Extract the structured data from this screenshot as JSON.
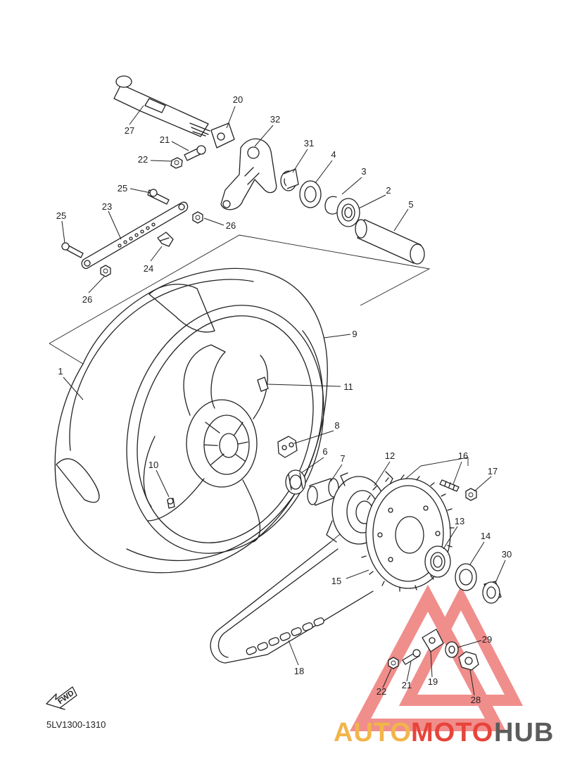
{
  "diagram": {
    "catalog_code": "5LV1300-1310",
    "fwd_label": "FWD",
    "callouts": [
      {
        "id": "c27",
        "label": "27"
      },
      {
        "id": "c20",
        "label": "20"
      },
      {
        "id": "c32",
        "label": "32"
      },
      {
        "id": "c21a",
        "label": "21"
      },
      {
        "id": "c22a",
        "label": "22"
      },
      {
        "id": "c31",
        "label": "31"
      },
      {
        "id": "c4",
        "label": "4"
      },
      {
        "id": "c3",
        "label": "3"
      },
      {
        "id": "c2",
        "label": "2"
      },
      {
        "id": "c5",
        "label": "5"
      },
      {
        "id": "c25a",
        "label": "25"
      },
      {
        "id": "c23",
        "label": "23"
      },
      {
        "id": "c25b",
        "label": "25"
      },
      {
        "id": "c26a",
        "label": "26"
      },
      {
        "id": "c24",
        "label": "24"
      },
      {
        "id": "c26b",
        "label": "26"
      },
      {
        "id": "c9",
        "label": "9"
      },
      {
        "id": "c1",
        "label": "1"
      },
      {
        "id": "c11",
        "label": "11"
      },
      {
        "id": "c8",
        "label": "8"
      },
      {
        "id": "c6",
        "label": "6"
      },
      {
        "id": "c7",
        "label": "7"
      },
      {
        "id": "c10",
        "label": "10"
      },
      {
        "id": "c12",
        "label": "12"
      },
      {
        "id": "c16",
        "label": "16"
      },
      {
        "id": "c17",
        "label": "17"
      },
      {
        "id": "c13",
        "label": "13"
      },
      {
        "id": "c14",
        "label": "14"
      },
      {
        "id": "c30",
        "label": "30"
      },
      {
        "id": "c15",
        "label": "15"
      },
      {
        "id": "c29",
        "label": "29"
      },
      {
        "id": "c18",
        "label": "18"
      },
      {
        "id": "c19",
        "label": "19"
      },
      {
        "id": "c21b",
        "label": "21"
      },
      {
        "id": "c22b",
        "label": "22"
      },
      {
        "id": "c28",
        "label": "28"
      }
    ]
  },
  "watermark": {
    "part1": "AUTO",
    "part2": "MOTO",
    "part3": "HUB",
    "colors": {
      "orange": "#f2b54a",
      "red": "#e8433a",
      "gray": "#5c5c5c",
      "triangle": "#ee7b78"
    }
  }
}
